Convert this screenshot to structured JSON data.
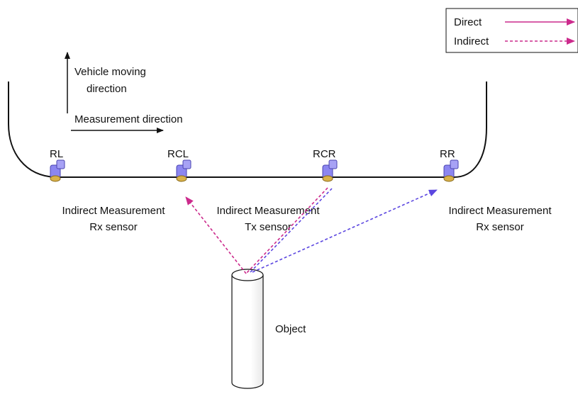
{
  "legend": {
    "direct_label": "Direct",
    "indirect_label": "Indirect"
  },
  "colors": {
    "direct": "#cc2a8c",
    "indirect_tx": "#cc2a8c",
    "indirect_rx": "#5b46e0",
    "sensor_body": "#8c86f0",
    "sensor_face": "#d9b24a",
    "line": "#111111"
  },
  "annotations": {
    "vehicle_line1": "Vehicle moving",
    "vehicle_line2": "direction",
    "measurement_direction": "Measurement direction"
  },
  "sensors": [
    {
      "id": "RL",
      "label": "RL"
    },
    {
      "id": "RCL",
      "label": "RCL"
    },
    {
      "id": "RCR",
      "label": "RCR"
    },
    {
      "id": "RR",
      "label": "RR"
    }
  ],
  "captions": {
    "left_line1": "Indirect Measurement",
    "left_line2": "Rx sensor",
    "center_line1": "Indirect Measurement",
    "center_line2": "Tx sensor",
    "right_line1": "Indirect Measurement",
    "right_line2": "Rx sensor"
  },
  "object_label": "Object"
}
